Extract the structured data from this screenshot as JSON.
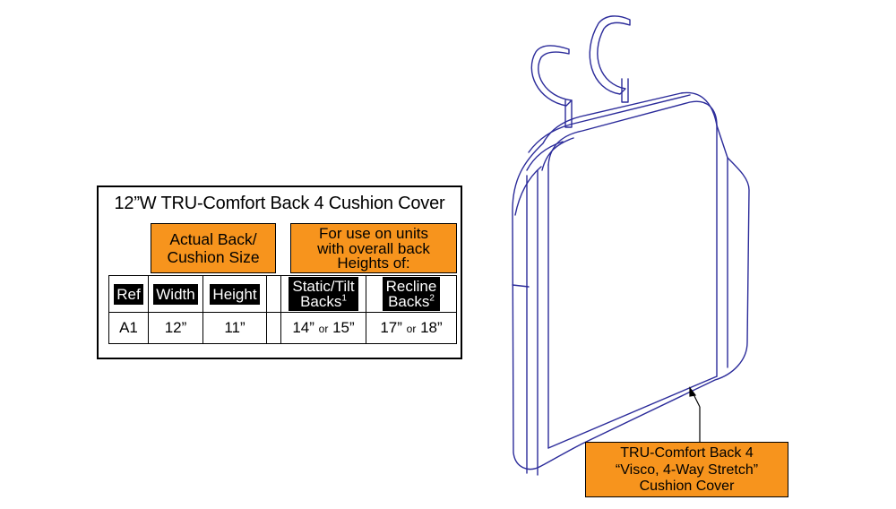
{
  "spec_table": {
    "title": "12”W TRU-Comfort Back 4 Cushion Cover",
    "group_size": {
      "line1": "Actual Back/",
      "line2": "Cushion Size"
    },
    "group_units": {
      "line1": "For use on units",
      "line2": "with overall back",
      "line3": "Heights of:"
    },
    "col_ref": "Ref",
    "col_width": "Width",
    "col_height": "Height",
    "col_static": {
      "line1": "Static/Tilt",
      "line2": "Backs",
      "note": "1"
    },
    "col_recline": {
      "line1": "Recline",
      "line2": "Backs",
      "note": "2"
    },
    "row": {
      "ref": "A1",
      "width": "12”",
      "height": "11”",
      "static_a": "14”",
      "static_or": "or",
      "static_b": "15”",
      "recline_a": "17”",
      "recline_or": "or",
      "recline_b": "18”"
    }
  },
  "callout": {
    "line1": "TRU-Comfort Back 4",
    "line2": "“Visco, 4-Way Stretch”",
    "line3": "Cushion Cover"
  },
  "colors": {
    "accent_orange": "#f7941d",
    "line_blue": "#2b2b9a",
    "header_black": "#000000"
  }
}
